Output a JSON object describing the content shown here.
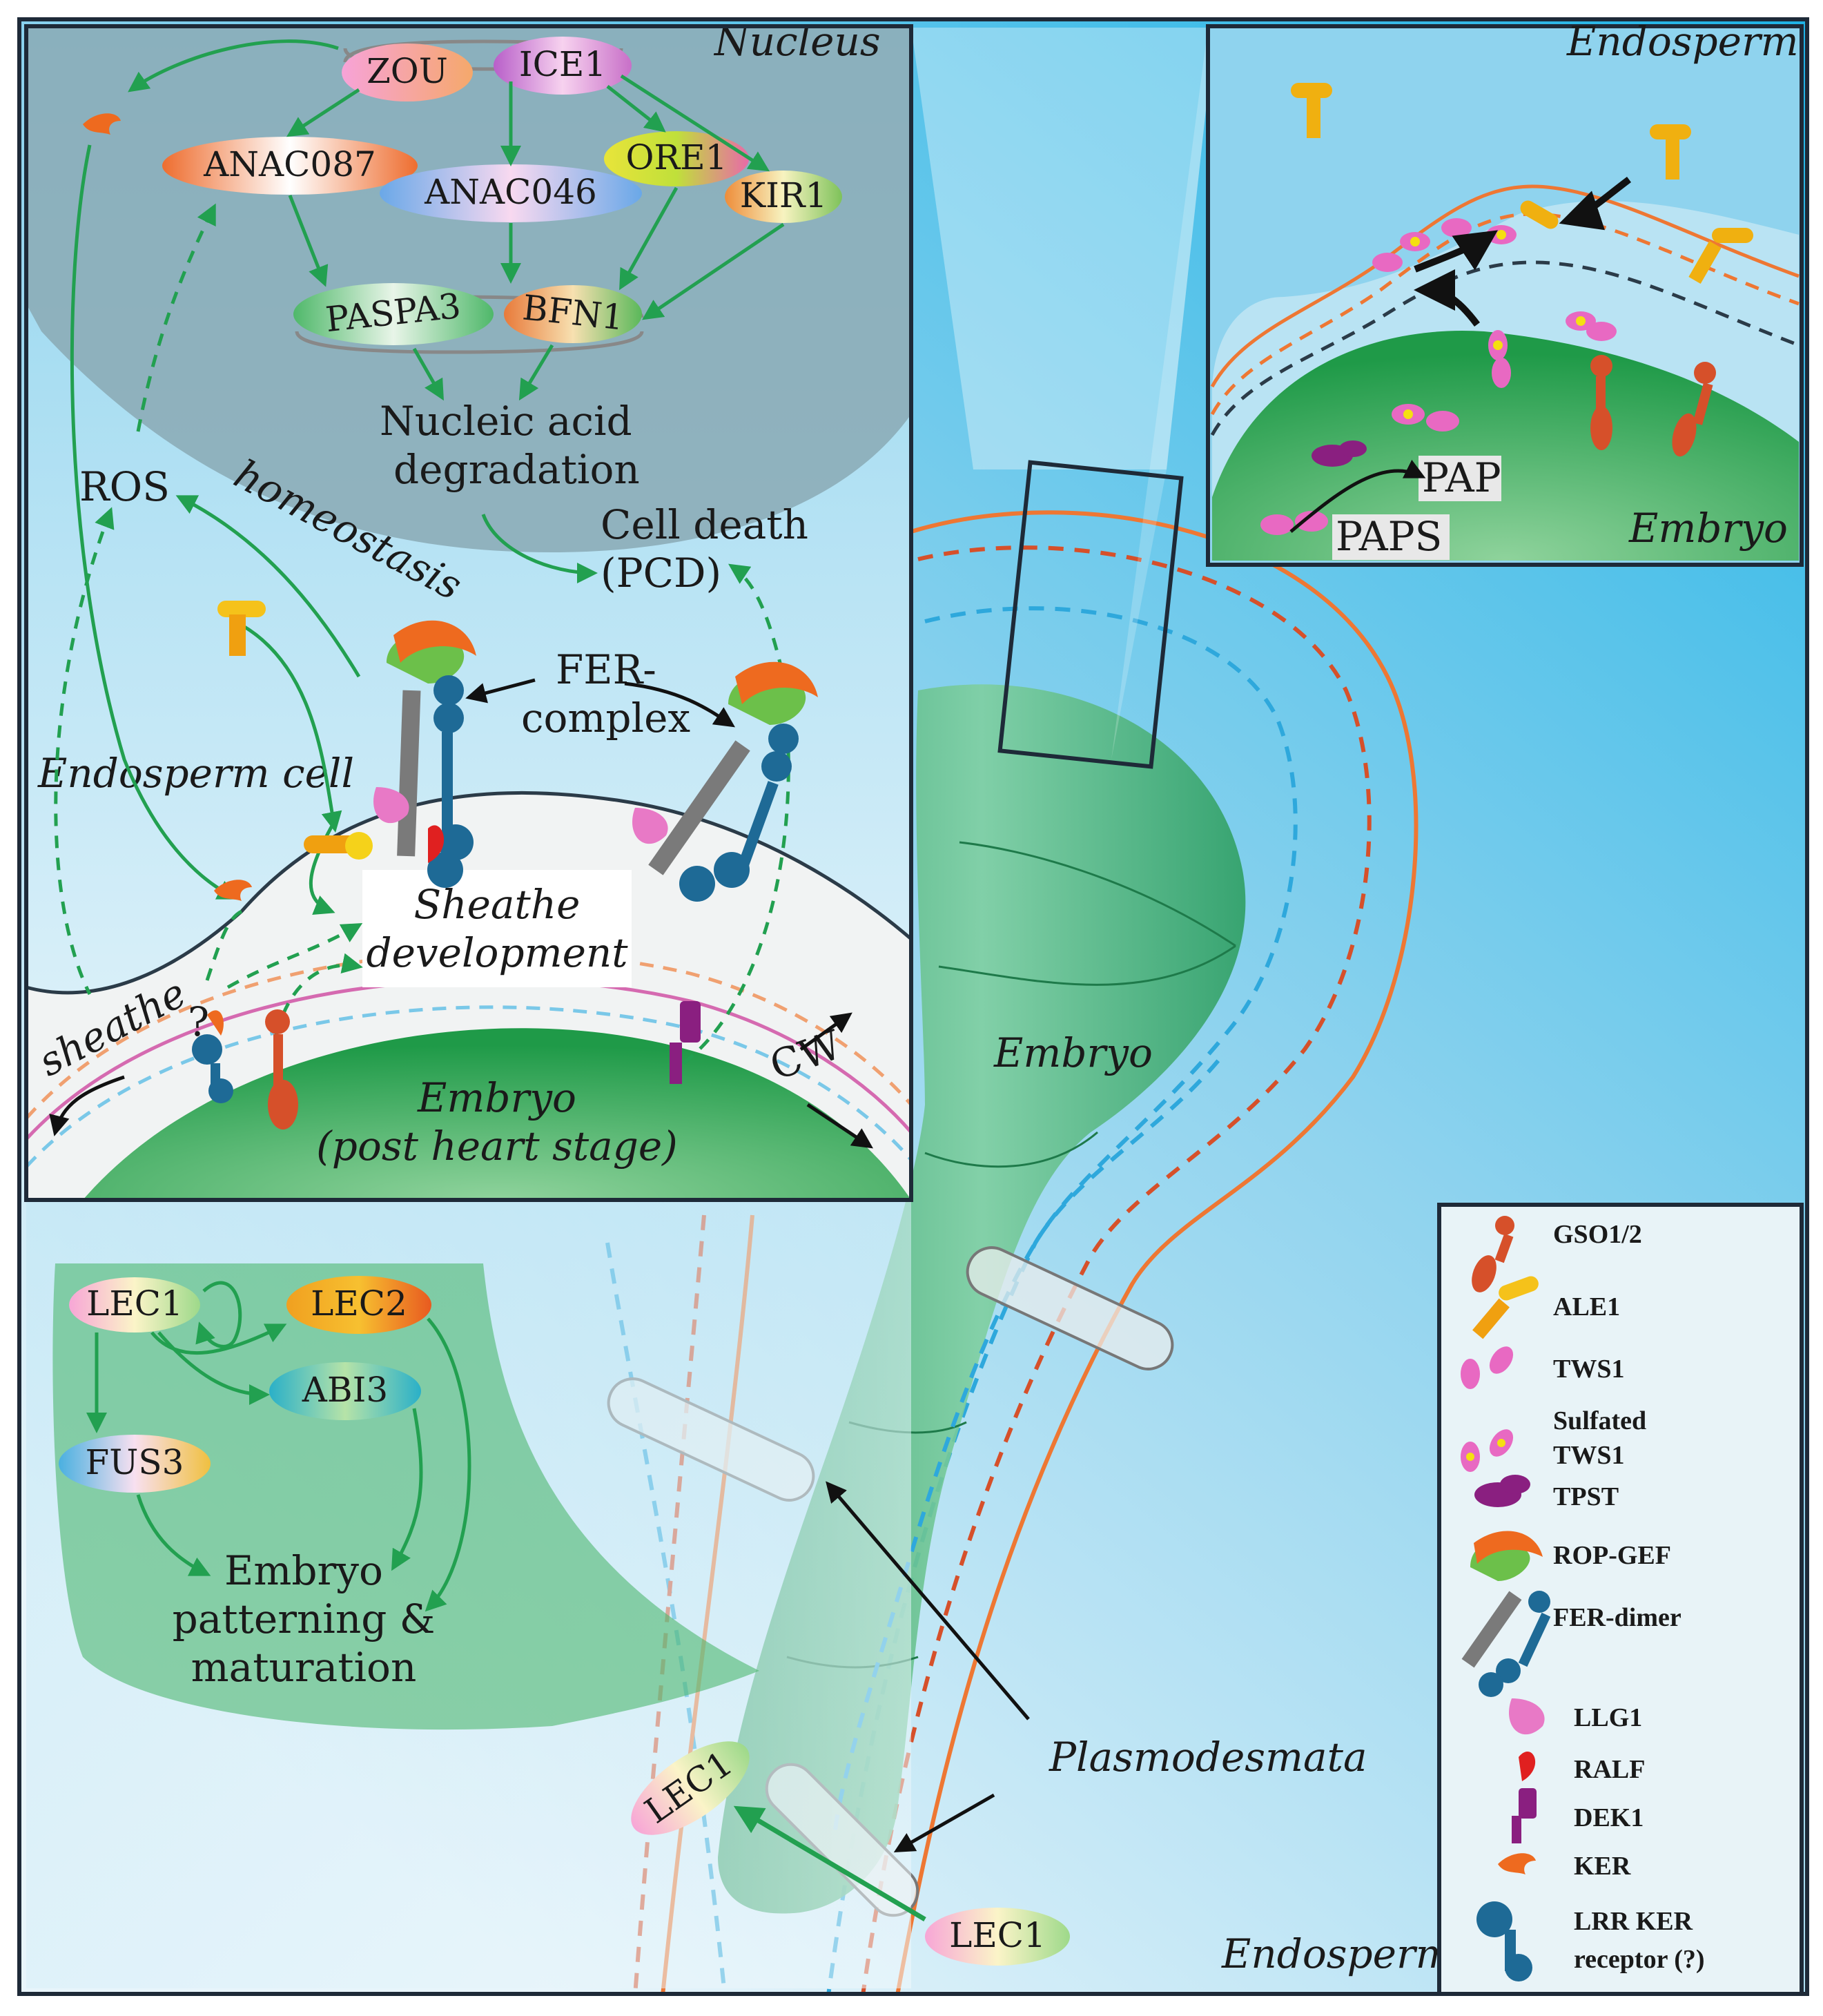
{
  "nucleus": {
    "title": "Nucleus",
    "genes": [
      "ZOU",
      "ICE1",
      "ANAC087",
      "ANAC046",
      "ORE1",
      "KIR1",
      "PASPA3",
      "BFN1"
    ],
    "output_line1": "Nucleic acid",
    "output_line2": "degradation"
  },
  "cell_panel": {
    "ros": "ROS",
    "homeostasis": "homeostasis",
    "cell_death_line1": "Cell death",
    "cell_death_line2": "(PCD)",
    "fer_line1": "FER-",
    "fer_line2": "complex",
    "endosperm_cell": "Endosperm cell",
    "sheathe_dev_line1": "Sheathe",
    "sheathe_dev_line2": "development",
    "sheathe": "sheathe",
    "question": "?",
    "cw": "CW",
    "embryo_line1": "Embryo",
    "embryo_line2": "(post heart stage)"
  },
  "inset": {
    "endosperm": "Endosperm",
    "embryo": "Embryo",
    "pap": "PAP",
    "paps": "PAPS"
  },
  "main": {
    "embryo": "Embryo",
    "plasmodesmata": "Plasmodesmata",
    "endosperm": "Endosperm",
    "lec1_inside": "LEC1",
    "lec1_outside": "LEC1"
  },
  "lec_network": {
    "genes": [
      "LEC1",
      "LEC2",
      "ABI3",
      "FUS3"
    ],
    "output_line1": "Embryo",
    "output_line2": "patterning &",
    "output_line3": "maturation"
  },
  "legend": {
    "items": [
      "GSO1/2",
      "ALE1",
      "TWS1",
      "Sulfated",
      "TWS1",
      "TPST",
      "ROP-GEF",
      "FER-dimer",
      "LLG1",
      "RALF",
      "DEK1",
      "KER",
      "LRR KER",
      "receptor (?)"
    ]
  },
  "colors": {
    "arrow_green": "#22a050",
    "orange_line": "#ee7733",
    "red_dashed": "#d6502a",
    "blue_dashed": "#2ea8dc",
    "embryo_green": "#3db070"
  }
}
